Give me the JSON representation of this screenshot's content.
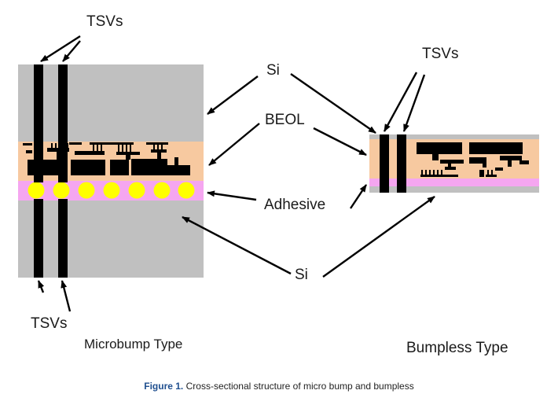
{
  "labels": {
    "tsvs_top_left": "TSVs",
    "tsvs_bottom_left": "TSVs",
    "tsvs_right": "TSVs",
    "si_top": "Si",
    "beol": "BEOL",
    "adhesive": "Adhesive",
    "si_bottom": "Si",
    "microbump_type": "Microbump Type",
    "bumpless_type": "Bumpless Type"
  },
  "caption": {
    "figure_label": "Figure 1.",
    "text": "Cross-sectional structure of micro bump and bumpless"
  },
  "colors": {
    "silicon": "#c0c0c0",
    "beol": "#f7c9a0",
    "adhesive": "#f5a6f0",
    "microbump": "#ffff00",
    "tsv": "#000000",
    "caption_label": "#1f4f8f"
  }
}
